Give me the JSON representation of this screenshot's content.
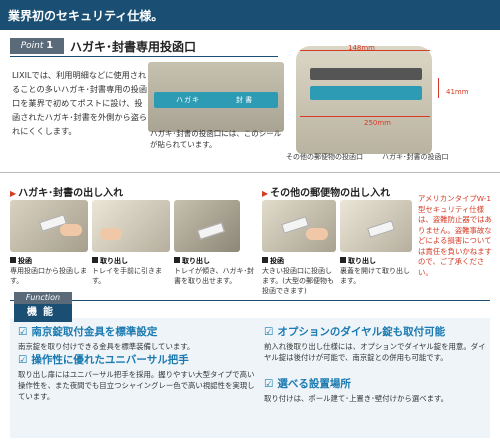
{
  "header": {
    "title": "業界初のセキュリティ仕様。"
  },
  "point": {
    "label": "Point",
    "number": "1",
    "title": "ハガキ･封書専用投函口"
  },
  "intro": {
    "text": "LIXILでは、利用明細などに使用されることの多いハガキ･封書専用の投函口を業界で初めてポストに設け、投函されたハガキ･封書を外側から盗られにくくします。"
  },
  "slot_photo": {
    "label_left": "ハガキ",
    "label_right": "封 書",
    "caption": "ハガキ･封書の投函口には、このシールが貼られています。"
  },
  "box_drawing": {
    "dim_width": "148mm",
    "dim_height": "41mm",
    "dim_depth": "250mm",
    "label_other": "その他の郵便物の投函口",
    "label_postcard": "ハガキ･封書の投函口"
  },
  "sections": {
    "left_title": "ハガキ･封書の出し入れ",
    "right_title": "その他の郵便物の出し入れ"
  },
  "steps": [
    {
      "title": "投函",
      "desc": "専用投函口から投函します。"
    },
    {
      "title": "取り出し",
      "desc": "トレイを手前に引きます。"
    },
    {
      "title": "取り出し",
      "desc": "トレイが傾き、ハガキ･封書を取り出せます。"
    },
    {
      "title": "投函",
      "desc": "大きい投函口に投函します。(大型の郵便物も投函できます)"
    },
    {
      "title": "取り出し",
      "desc": "裏蓋を開けて取り出します。"
    }
  ],
  "note": {
    "text": "アメリカンタイプW-1型セキュリティ仕様は、盗難防止器ではありません。盗難事故などによる損害については責任を負いかねますので、ご了承ください。"
  },
  "function": {
    "label_en": "Function",
    "label_jp": "機能",
    "items": [
      {
        "title": "南京錠取付金具を標準設定",
        "desc": "南京錠を取り付けできる金具を標準装備しています。"
      },
      {
        "title": "操作性に優れたユニバーサル把手",
        "desc": "取り出し扉にはユニバーサル把手を採用。握りやすい大型タイプで高い操作性を、また夜間でも目立つシャイングレー色で高い視認性を実現しています。"
      },
      {
        "title": "オプションのダイヤル錠も取付可能",
        "desc": "前入れ後取り出し仕様には、オプションでダイヤル錠を用意。ダイヤル錠は後付けが可能で、南京錠との併用も可能です。"
      },
      {
        "title": "選べる設置場所",
        "desc": "取り付けは、ポール建て･上置き･壁付けから選べます。"
      }
    ]
  },
  "colors": {
    "brand": "#1a4f73",
    "accent": "#d53c26",
    "feature": "#1a7ab1"
  }
}
